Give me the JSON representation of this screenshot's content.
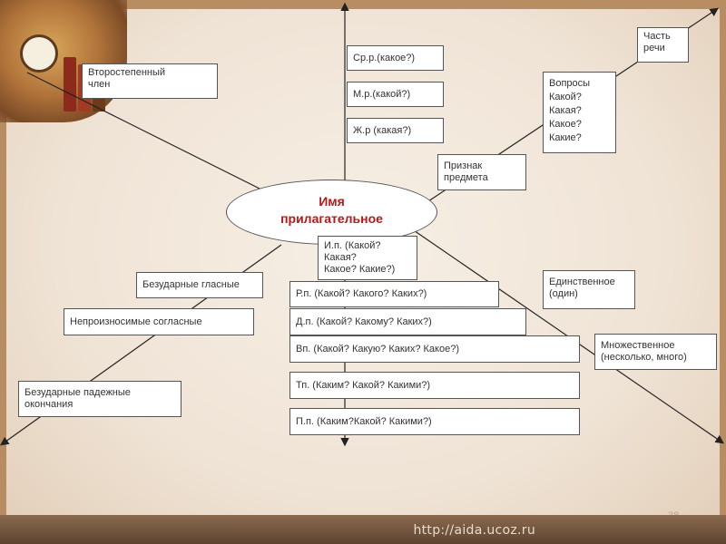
{
  "diagram": {
    "center": "Имя\nприлагательное",
    "boxes": {
      "part_of_speech": "Часть\nречи",
      "secondary_member": "Второстепенный\nчлен",
      "neuter": "Ср.р.(какое?)",
      "masculine": "М.р.(какой?)",
      "feminine": "Ж.р (какая?)",
      "questions": "Вопросы\nКакой?\nКакая?\nКакое?\nКакие?",
      "attribute": "Признак\nпредмета",
      "nominative": "И.п. (Какой?\nКакая?\nКакое? Какие?)",
      "unstressed_vowels": "Безударные гласные",
      "genitive": "Р.п. (Какой? Какого? Каких?)",
      "unpronounceable": "Непроизносимые согласные",
      "dative": "Д.п. (Какой? Какому? Каких?)",
      "accusative": "Вп. (Какой? Какую? Каких? Какое?)",
      "instrumental": "Тп. (Каким? Какой? Какими?)",
      "prepositional": "П.п. (Каким?Какой? Какими?)",
      "unstressed_endings": "Безударные падежные\nокончания",
      "singular": "Единственное\n(один)",
      "plural": "Множественное\n(несколько, много)"
    }
  },
  "footer": {
    "url": "http://aida.ucoz.ru",
    "page_number": "38",
    "marker": "*"
  },
  "colors": {
    "center_text": "#b31a1a",
    "background": "#f2e8dc",
    "frame": "#b98d62"
  }
}
